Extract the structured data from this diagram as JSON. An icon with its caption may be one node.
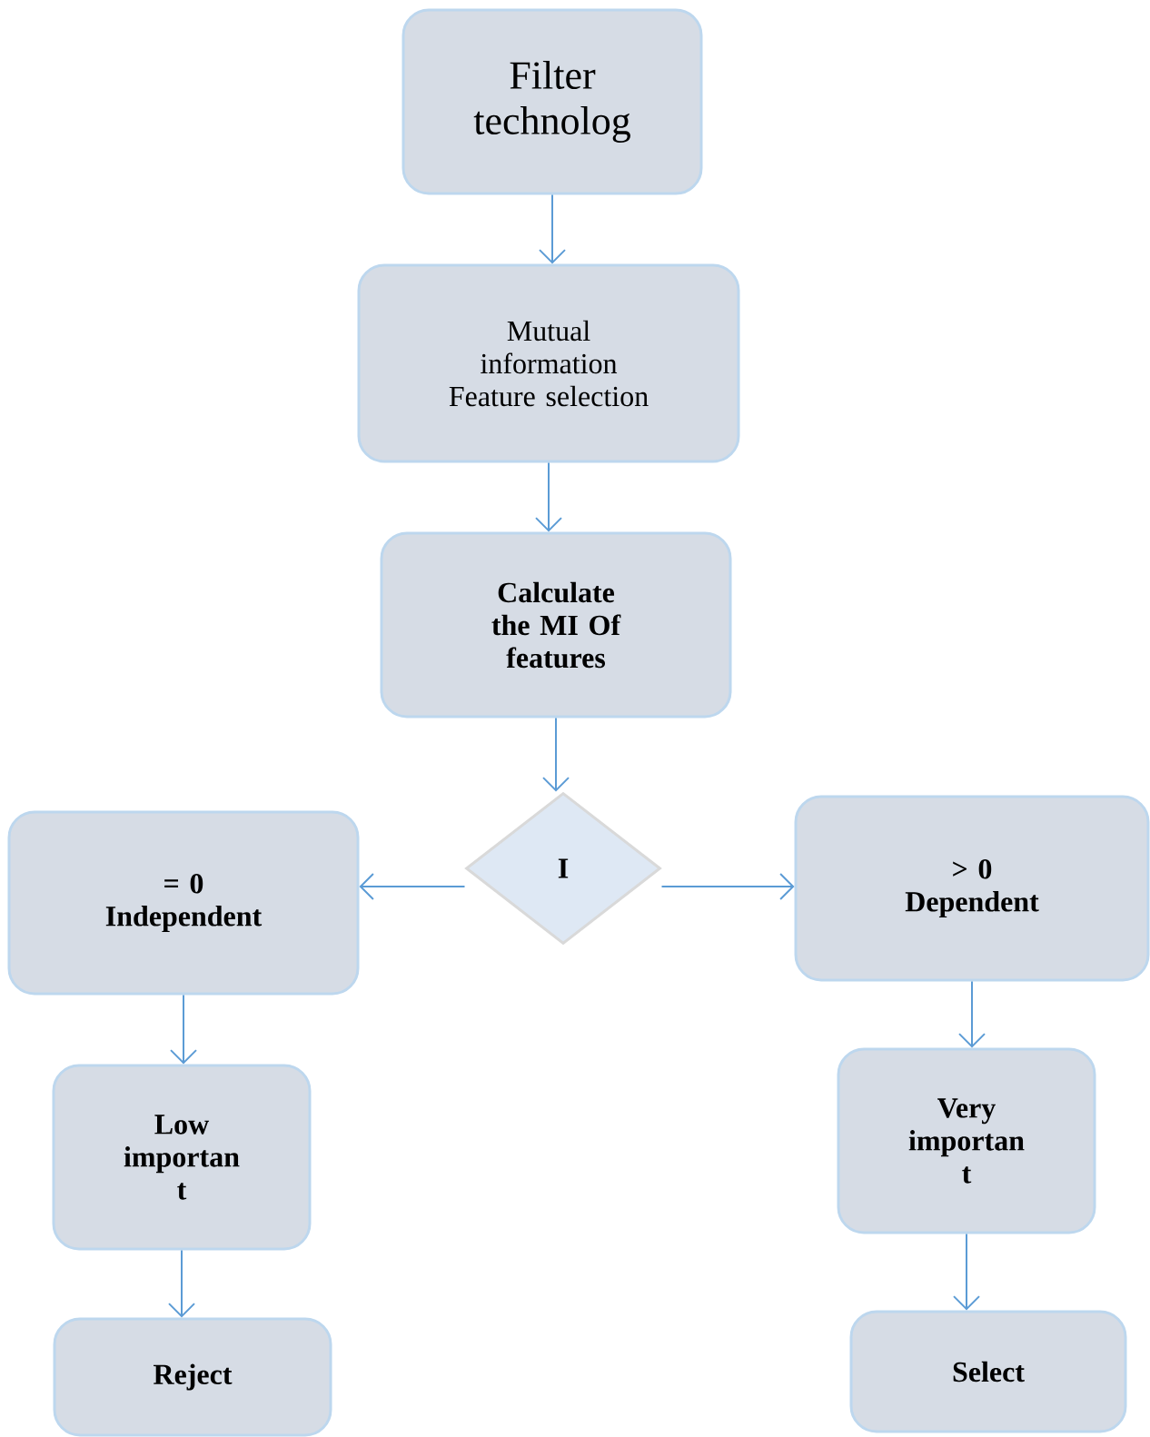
{
  "diagram": {
    "nodes": [
      {
        "text": [
          "Filter technolog"
        ]
      },
      {
        "text": [
          "Mutual information Feature selection"
        ]
      },
      {
        "text": [
          "Calculate the MI Of features"
        ]
      },
      {
        "text": [
          "I"
        ]
      },
      {
        "text": [
          "= 0 Independent"
        ]
      },
      {
        "text": [
          "> 0 Dependent"
        ]
      },
      {
        "text": [
          "Low importan t"
        ]
      },
      {
        "text": [
          "Very importan t"
        ]
      },
      {
        "text": [
          "Reject"
        ]
      },
      {
        "text": [
          "Select"
        ]
      }
    ],
    "edges": [
      {
        "from": 0,
        "to": 1,
        "arrow": "to"
      },
      {
        "from": 1,
        "to": 2,
        "arrow": "to"
      },
      {
        "from": 2,
        "to": 3,
        "arrow": "to"
      },
      {
        "from": 3,
        "to": 4,
        "arrow": "to"
      },
      {
        "from": 3,
        "to": 5,
        "arrow": "to"
      },
      {
        "from": 4,
        "to": 6,
        "arrow": "to"
      },
      {
        "from": 6,
        "to": 8,
        "arrow": "to"
      },
      {
        "from": 5,
        "to": 7,
        "arrow": "to"
      },
      {
        "from": 7,
        "to": 9,
        "arrow": "to"
      }
    ]
  }
}
